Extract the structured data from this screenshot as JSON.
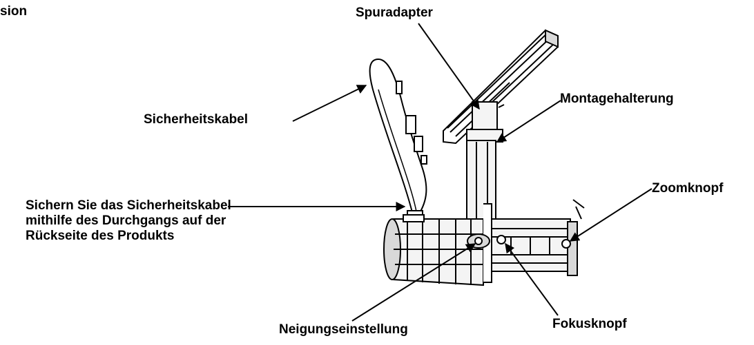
{
  "page_title_fragment": "sion",
  "labels": {
    "spuradapter": "Spuradapter",
    "sicherheitskabel": "Sicherheitskabel",
    "montagehalterung": "Montagehalterung",
    "zoomknopf": "Zoomknopf",
    "secure_line1": "Sichern Sie das Sicherheitskabel",
    "secure_line2": "mithilfe des Durchgangs auf der",
    "secure_line3": "Rückseite des Produkts",
    "neigungseinstellung": "Neigungseinstellung",
    "fokusknopf": "Fokusknopf"
  },
  "colors": {
    "ink": "#000000",
    "background": "#ffffff",
    "body_fill": "#f4f4f4",
    "shade": "#d9d9d9"
  }
}
